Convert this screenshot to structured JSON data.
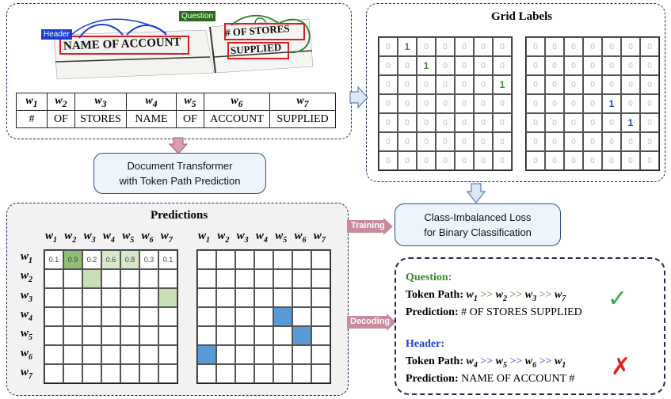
{
  "doc_crop": {
    "tag_question": "Question",
    "tag_header": "Header",
    "text_line1": "# OF STORES",
    "text_line2": "SUPPLIED",
    "text_account": "NAME OF ACCOUNT"
  },
  "token_table": {
    "headers": [
      "w1",
      "w2",
      "w3",
      "w4",
      "w5",
      "w6",
      "w7"
    ],
    "values": [
      "#",
      "OF",
      "STORES",
      "NAME",
      "OF",
      "ACCOUNT",
      "SUPPLIED"
    ]
  },
  "grid_labels": {
    "title": "Grid Labels",
    "left_ones": [
      [
        0,
        1
      ],
      [
        1,
        2
      ],
      [
        2,
        6
      ]
    ],
    "right_ones": [
      [
        3,
        4
      ],
      [
        4,
        5
      ]
    ]
  },
  "transformer_box": {
    "line1": "Document Transformer",
    "line2": "with Token Path Prediction"
  },
  "loss_box": {
    "line1": "Class-Imbalanced Loss",
    "line2": "for Binary Classification"
  },
  "arrows": {
    "training": "Training",
    "decoding": "Decoding"
  },
  "predictions": {
    "title": "Predictions",
    "col_labels": [
      "w1",
      "w2",
      "w3",
      "w4",
      "w5",
      "w6",
      "w7"
    ],
    "row_labels": [
      "w1",
      "w2",
      "w3",
      "w4",
      "w5",
      "w6",
      "w7"
    ],
    "first_row_values": [
      "0.1",
      "0.9",
      "0.2",
      "0.6",
      "0.8",
      "0.3",
      "0.1"
    ],
    "green_cells": [
      [
        0,
        1
      ],
      [
        1,
        2
      ],
      [
        2,
        6
      ]
    ],
    "blue_cells": [
      [
        3,
        4
      ],
      [
        4,
        5
      ],
      [
        5,
        0
      ]
    ]
  },
  "decoding": {
    "question_title": "Question:",
    "question_path_label": "Token Path: ",
    "question_path": "w1 >> w2 >> w3 >> w7",
    "question_pred_label": "Prediction: ",
    "question_pred": "# OF STORES SUPPLIED",
    "question_mark": "✓",
    "header_title": "Header:",
    "header_path_label": "Token Path: ",
    "header_path": "w4 >> w5 >> w6 >> w1",
    "header_pred_label": "Prediction: ",
    "header_pred": "NAME OF ACCOUNT #",
    "header_mark": "✗"
  },
  "colors": {
    "green_cell": "#c8dfb8",
    "dark_green_cell": "#8fbf73",
    "blue_cell": "#5b9bd5",
    "question_green": "#3a8a2a",
    "header_blue": "#1a3fd0",
    "check_green": "#2eaa4a",
    "cross_red": "#e02020",
    "pink_arrow": "#c98a9a"
  }
}
